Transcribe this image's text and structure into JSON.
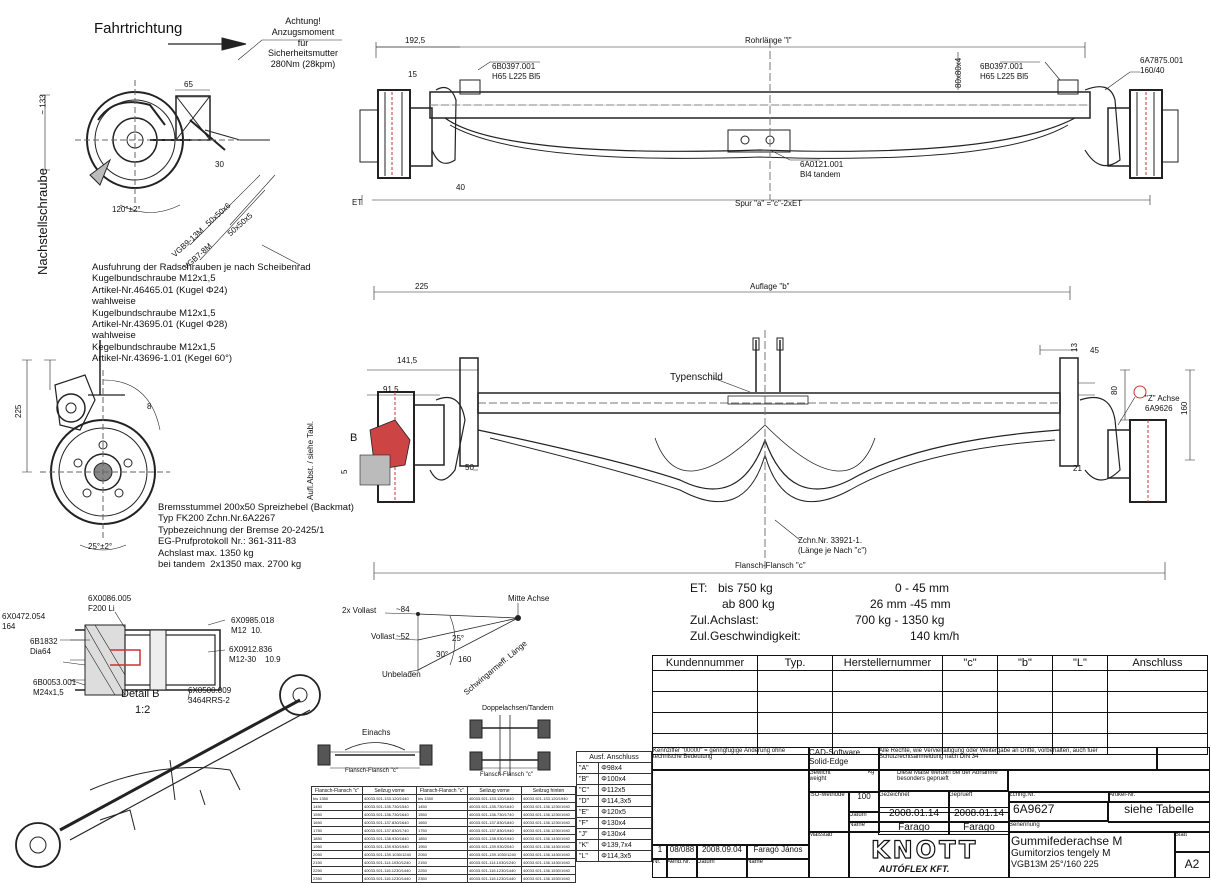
{
  "header": {
    "fahrtrichtung": "Fahrtrichtung",
    "torque_note": "Achtung!\nAnzugsmoment\nfür\nSicherheitsmutter\n280Nm (28kpm)"
  },
  "side_view": {
    "dims": {
      "d133": "~ 133",
      "d65": "65",
      "d30": "30",
      "d120": "120°±2°",
      "vgb9": "VGB9-13M",
      "vgb7": "VGB7-8M",
      "s50a": "50x50x6",
      "s50b": "50x50x5"
    },
    "vertical_label": "Nachstellschraube",
    "bolt_text": "Ausfuhrung der Radschrauben je nach Scheibenrad\nKugelbundschraube M12x1,5\nArtikel-Nr.46465.01 (Kugel Φ24)\nwahlweise\nKugelbundschraube M12x1,5\nArtikel-Nr.43695.01 (Kugel Φ28)\nwahlweise\nKegelbundschraube M12x1,5\nArtikel-Nr.43696-1.01 (Kegel 60°)"
  },
  "top_view": {
    "dims": {
      "d1925": "192,5",
      "d15": "15",
      "d40": "40",
      "rohrlaenge": "Rohrlänge \"l\"",
      "spur": "Spur \"a\" =\"c\"-2xET",
      "et": "ET",
      "d80": "80x80x4"
    },
    "left_part": "6B0397.001\nH65 L225 Bl5",
    "right_part": "6B0397.001\nH65 L225 Bl5",
    "mid_part": "6A0121.001\nBl4 tandem",
    "cap_part": "6A7875.001\n160/40"
  },
  "front_view": {
    "dims": {
      "d225": "225",
      "auflage": "Auflage \"b\"",
      "d1415": "141,5",
      "d915": "91,5",
      "d50": "50",
      "d45": "45",
      "d13": "13",
      "d80": "80",
      "d160": "160",
      "d21": "21",
      "d225v": "225",
      "b": "B",
      "d5": "5",
      "flansch": "Flansch-Flansch \"c\""
    },
    "typenschild": "Typenschild",
    "achse_z": "\"Z\" Achse\n6A9626",
    "zchn": "Zchn.Nr. 33921-1.\n(Länge je Nach \"c\")",
    "aufl_vert": "Aufl.Abst. / siehe Tabl."
  },
  "hub_view": {
    "dims": {
      "d225": "225",
      "d8": "8",
      "d25": "25°±2°"
    },
    "brake_text": "Bremsstummel 200x50 Spreizhebel (Backmat)\nTyp FK200 Zchn.Nr.6A2267\nTypbezeichnung der Bremse 20-2425/1\nEG-Prufprotokoll Nr.: 361-311-83\nAchslast max. 1350 kg\nbei tandem  2x1350 max. 2700 kg"
  },
  "detail_b": {
    "title": "Detail B",
    "scale": "1:2",
    "left_labels": "6X0472.054\n164",
    "p1": "6X0086.005\nF200 Li",
    "p2": "6B1832\nDia64",
    "p3": "6B0053.001\nM24x1,5",
    "p4": "6X0985.018\nM12  10.",
    "p5": "6X0912.836\nM12-30    10.9",
    "p6": "6X0500.009\n3464RRS-2"
  },
  "lever_diagram": {
    "vollast2x": "2x Vollast",
    "vollast": "Vollast",
    "mitte": "Mitte Achse",
    "unbeladen": "Unbeladen",
    "schwing": "Schwingarmeff. Länge",
    "a84": "~84",
    "a52": "~52",
    "a25": "25°",
    "a30": "30°",
    "a160": "160"
  },
  "specs": {
    "et_label": "ET:",
    "row1_label": "bis  750 kg",
    "row1_value": "0 - 45 mm",
    "row2_label": "ab  800 kg",
    "row2_value": "26 mm -45 mm",
    "achslast_label": "Zul.Achslast:",
    "achslast_value": "700 kg - 1350 kg",
    "speed_label": "Zul.Geschwindigkeit:",
    "speed_value": "140 km/h"
  },
  "customer_table": {
    "headers": [
      "Kundennummer",
      "Typ.",
      "Herstellernummer",
      "\"c\"",
      "\"b\"",
      "\"L\"",
      "Anschluss"
    ]
  },
  "mini": {
    "einachs": "Einachs",
    "doppel": "Doppelachsen/Tandem",
    "flansch_l": "Flansch-Flansch \"c\"",
    "flansch_r": "Flansch-Flansch \"c\""
  },
  "seilzug_table": {
    "headers": [
      "Flansch-Flansch \"c\"",
      "Seilzug vorne",
      "Flansch-Flansch \"c\"",
      "Seilzug vorne",
      "Seilzug hinten"
    ],
    "rows": [
      [
        "bis 1350",
        "40033.921-133.120/1440",
        "bis 1350",
        "40033.921-133.120/1640",
        "40033.921-133.120/1940"
      ],
      [
        "1450",
        "40033.921-135.730/1540",
        "1450",
        "40033.921-135.730/1640",
        "40033.921-136.1230/1940"
      ],
      [
        "1550",
        "40033.921-136.730/1640",
        "1550",
        "40033.921-136.730/1740",
        "40033.921-136.1230/1940"
      ],
      [
        "1650",
        "40033.921-137.830/1640",
        "1650",
        "40033.921-137.830/1840",
        "40033.921-136.1230/1940"
      ],
      [
        "1750",
        "40033.921-137.830/1740",
        "1750",
        "40033.921-137.830/1940",
        "40033.921-136.1230/1940"
      ],
      [
        "1850",
        "40033.921-138.930/1840",
        "1850",
        "40033.921-138.930/1940",
        "40033.921-136.1430/1940"
      ],
      [
        "1950",
        "40033.921-139.930/1940",
        "1950",
        "40033.921-139.930/2040",
        "40033.921-136.1430/1940"
      ],
      [
        "2050",
        "40033.921-139.1030/1240",
        "2050",
        "40033.921-139.1030/1240",
        "40033.921-136.1430/1940"
      ],
      [
        "2150",
        "40033.921-114.1030/1240",
        "2150",
        "40033.921-114.1030/1240",
        "40033.921-136.1430/1940"
      ],
      [
        "2250",
        "40033.921-116.1230/1440",
        "2250",
        "40033.921-116.1230/1440",
        "40033.921-136.1530/1940"
      ],
      [
        "2350",
        "40033.921-116.1230/1440",
        "2350",
        "40033.921-116.1230/1440",
        "40033.921-136.1530/1940"
      ]
    ]
  },
  "anschluss_table": {
    "header": "Ausf. Anschluss",
    "rows": [
      [
        "\"A\"",
        "Φ98x4"
      ],
      [
        "\"B\"",
        "Φ100x4"
      ],
      [
        "\"C\"",
        "Φ112x5"
      ],
      [
        "\"D\"",
        "Φ114,3x5"
      ],
      [
        "\"E\"",
        "Φ120x5"
      ],
      [
        "\"F\"",
        "Φ130x4"
      ],
      [
        "\"J\"",
        "Φ130x4"
      ],
      [
        "\"K\"",
        "Φ139,7x4"
      ],
      [
        "\"L\"",
        "Φ114,3x5"
      ]
    ]
  },
  "titleblock": {
    "rev_note": "Kennziffer \"00000\" = geringfügige Änderung ohne technische Bedeutung",
    "cad": "CAD-Software\nSolid-Edge",
    "rights": "Alle Rechte, wie Vervielfältigung oder Weitergabe an Dritte, vorbehalten, auch fuer Schutzrechtsanmeldung nach DIN 34",
    "gewicht": "Gewicht\nweight",
    "kg": "kg",
    "note_folie": "Diese Maße werden bei der Abnahme besonders geprueft",
    "iso": "ISO-Methode",
    "massstab": "100",
    "gez": "Gezeichnet",
    "gepr": "Geprueft",
    "datum": "Datum",
    "name": "Name",
    "date1": "2008.01.14",
    "date2": "2008.01.14",
    "name1": "Farago",
    "name2": "Farago",
    "rev_no": "1",
    "rev_code": "08/088",
    "rev_date": "2008.09.04",
    "rev_name": "Faragó János",
    "rev_h1": "Nr.",
    "rev_h2": "Aend.Nr.",
    "rev_h3": "Datum",
    "rev_h4": "Name",
    "mass": "Maßstab",
    "zchn_label": "Zchng.Nr.",
    "art_label": "Artikel-Nr.",
    "zchn": "6A9627",
    "art": "siehe Tabelle",
    "bez_label": "Benennung",
    "title1": "Gummifederachse M",
    "title2": "Gumitorzios tengely M",
    "title3": "VGB13M 25°/160 225",
    "logo_main": "KNOTT",
    "logo_sub": "AUTÓFLEX KFT.",
    "format": "A2",
    "blatt": "Blatt",
    "blattzahl": "Blattanz."
  }
}
